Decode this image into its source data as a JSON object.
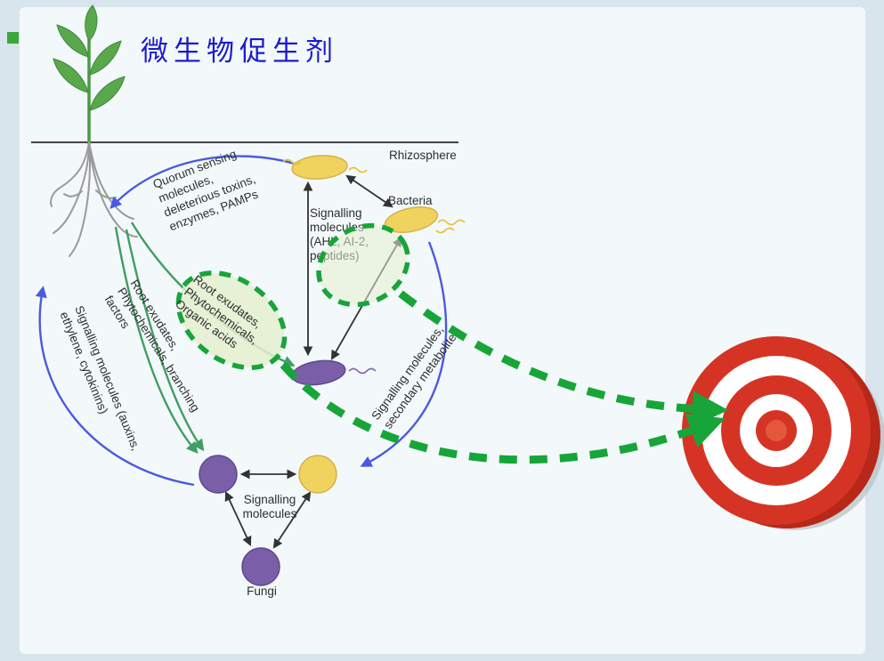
{
  "title": "微生物促生剂",
  "labels": {
    "rhizosphere": "Rhizosphere",
    "bacteria": "Bacteria",
    "fungi": "Fungi"
  },
  "annotations": {
    "quorum": [
      "Quorum sensing",
      "molecules,",
      "deleterious toxins,",
      "enzymes, PAMPs"
    ],
    "signalling_ahl": [
      "Signalling",
      "molecules",
      "(AHL, AI-2,",
      "peptides)"
    ],
    "root_exudates_a": [
      "Root exudates,",
      "Phytochemicals,",
      "Organic acids"
    ],
    "root_exudates_b": [
      "Root exudates,",
      "Phytochemicals, branching",
      "factors"
    ],
    "auxins": [
      "Signalling molecules (auxins,",
      "ethylene, cytokinins)"
    ],
    "secondary": [
      "Signalling molecules,",
      "secondary metabolites"
    ],
    "network": [
      "Signalling",
      "molecules"
    ]
  },
  "colors": {
    "background": "#d8e5ec",
    "panel": "#f3f8fa",
    "title_blue": "#1b1bd0",
    "plant_green": "#5aa84b",
    "root_gray": "#9a9a9a",
    "bacteria_yellow": "#efd35e",
    "microbe_purple": "#7a5fa8",
    "arrow_blue": "#4a5ae0",
    "arrow_green": "#3f9e63",
    "arrow_black": "#333333",
    "highlight_green": "#17a53a",
    "highlight_fill": "#e4f0cf",
    "target_red": "#d53425",
    "target_white": "#ffffff"
  }
}
